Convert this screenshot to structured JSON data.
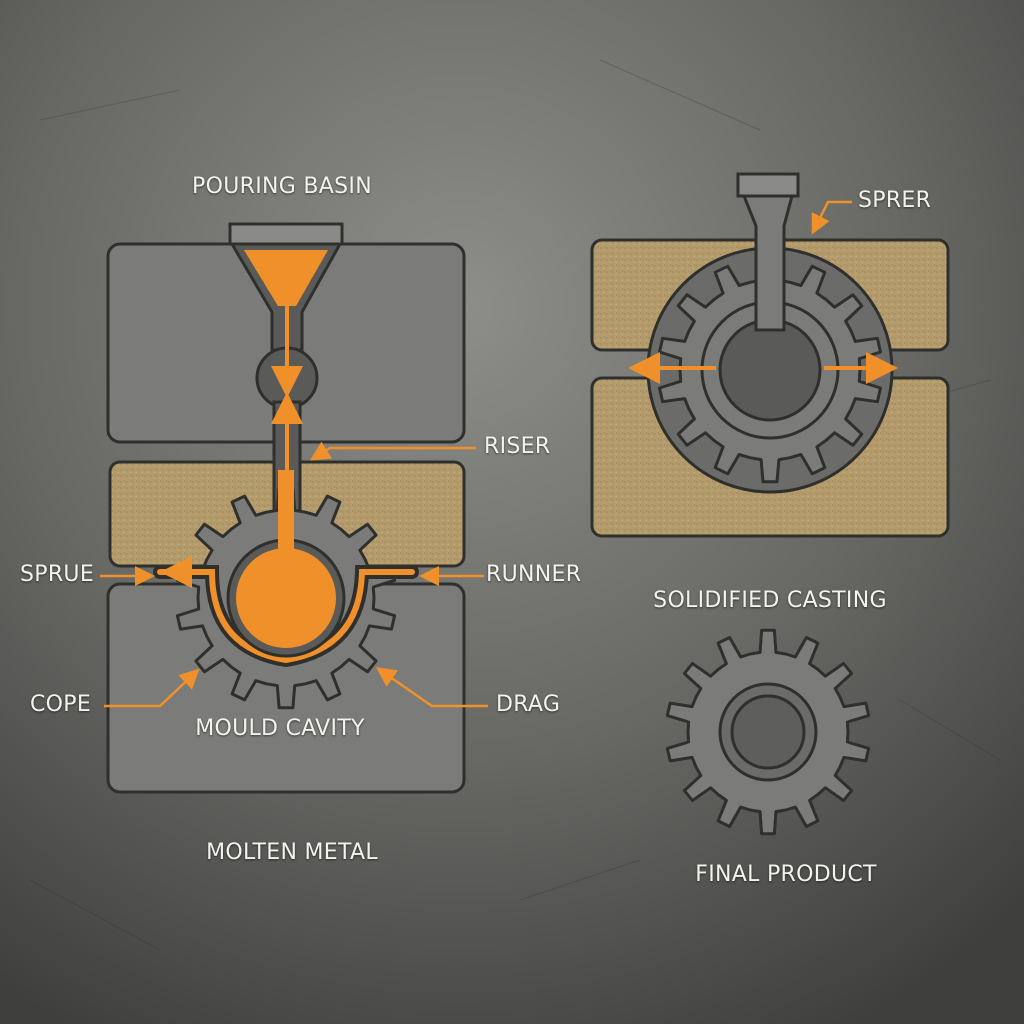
{
  "labels": {
    "pouring_basin": "POURING BASIN",
    "riser": "RISER",
    "sprue": "SPRUE",
    "runner": "RUNNER",
    "cope": "COPE",
    "drag": "DRAG",
    "mould_cavity": "MOULD CAVITY",
    "molten_metal": "MOLTEN METAL",
    "sprer": "SPRER",
    "solidified_casting": "SOLIDIFIED CASTING",
    "final_product": "FINAL PRODUCT"
  },
  "colors": {
    "background": "#5e5f5c",
    "metal_plate": "#7b7c79",
    "sand": "#b39b6c",
    "molten": "#f0902a",
    "outline": "#2f302e",
    "label": "#f4f2ec"
  }
}
